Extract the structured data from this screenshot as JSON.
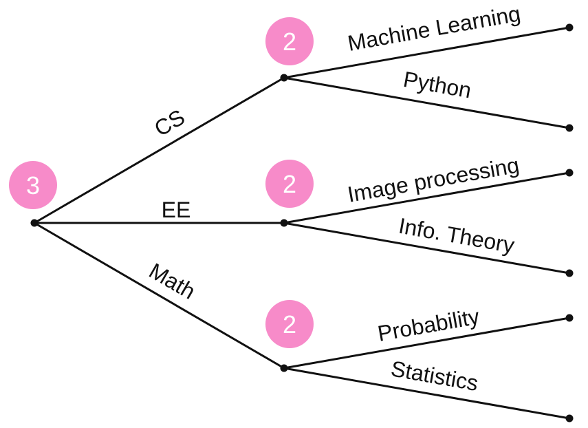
{
  "colors": {
    "badge": "#f78bc9",
    "line": "#111111",
    "badge_text": "#ffffff"
  },
  "root": {
    "badge": "3"
  },
  "branches": [
    {
      "label": "CS",
      "badge": "2",
      "leaves": [
        "Machine Learning",
        "Python"
      ]
    },
    {
      "label": "EE",
      "badge": "2",
      "leaves": [
        "Image processing",
        "Info. Theory"
      ]
    },
    {
      "label": "Math",
      "badge": "2",
      "leaves": [
        "Probability",
        "Statistics"
      ]
    }
  ]
}
